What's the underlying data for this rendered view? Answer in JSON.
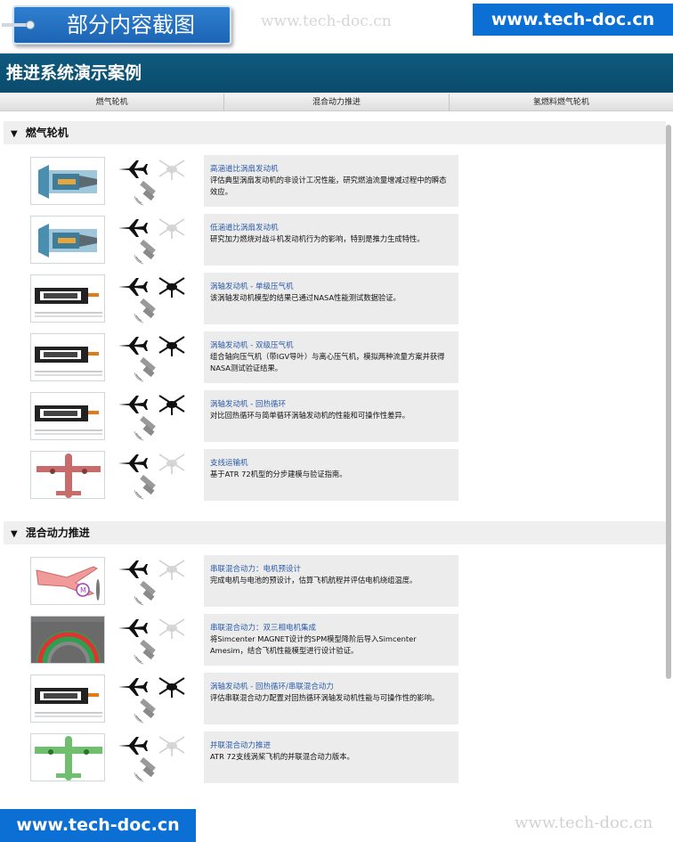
{
  "banner": {
    "title": "部分内容截图",
    "watermark": "www.tech-doc.cn",
    "site_badge": "www.tech-doc.cn"
  },
  "app": {
    "title": "推进系统演示案例"
  },
  "tabs": [
    {
      "label": "燃气轮机"
    },
    {
      "label": "混合动力推进"
    },
    {
      "label": "氢燃料燃气轮机"
    }
  ],
  "sections": [
    {
      "title": "燃气轮机",
      "items": [
        {
          "title": "高涵道比涡扇发动机",
          "text": "评估典型涡扇发动机的非设计工况性能，研究燃油流量增减过程中的瞬态效应。",
          "thumb": "turbofan-icon",
          "heli": false
        },
        {
          "title": "低涵道比涡扇发动机",
          "text": "研究加力燃烧对战斗机发动机行为的影响，特别是推力生成特性。",
          "thumb": "turbofan-icon",
          "heli": false
        },
        {
          "title": "涡轴发动机 - 单级压气机",
          "text": "该涡轴发动机模型的结果已通过NASA性能测试数据验证。",
          "thumb": "turboshaft-icon",
          "heli": true
        },
        {
          "title": "涡轴发动机 - 双级压气机",
          "text": "组合轴向压气机（带IGV导叶）与离心压气机，模拟两种流量方案并获得NASA测试验证结果。",
          "thumb": "turboshaft-icon",
          "heli": true
        },
        {
          "title": "涡轴发动机 - 回热循环",
          "text": "对比回热循环与简单循环涡轴发动机的性能和可操作性差异。",
          "thumb": "turboshaft-icon",
          "heli": true
        },
        {
          "title": "支线运输机",
          "text": "基于ATR 72机型的分步建模与验证指南。",
          "thumb": "aircraft-red-icon",
          "heli": false
        }
      ]
    },
    {
      "title": "混合动力推进",
      "items": [
        {
          "title": "串联混合动力：电机预设计",
          "text": "完成电机与电池的预设计，估算飞机航程并评估电机绕组温度。",
          "thumb": "hybrid-aircraft-icon",
          "heli": false
        },
        {
          "title": "串联混合动力：双三相电机集成",
          "text": "将Simcenter MAGNET设计的SPM模型降阶后导入Simcenter Amesim，结合飞机性能模型进行设计验证。",
          "thumb": "motor-section-icon",
          "heli": false
        },
        {
          "title": "涡轴发动机 - 回热循环/串联混合动力",
          "text": "评估串联混合动力配置对回热循环涡轴发动机性能与可操作性的影响。",
          "thumb": "turboshaft-icon",
          "heli": true
        },
        {
          "title": "并联混合动力推进",
          "text": "ATR 72支线涡桨飞机的并联混合动力版本。",
          "thumb": "aircraft-green-icon",
          "heli": false
        }
      ]
    }
  ],
  "colors": {
    "header_bg": "#0f5a80",
    "accent_blue": "#0b6fd3",
    "title_link": "#2a5aa8"
  }
}
